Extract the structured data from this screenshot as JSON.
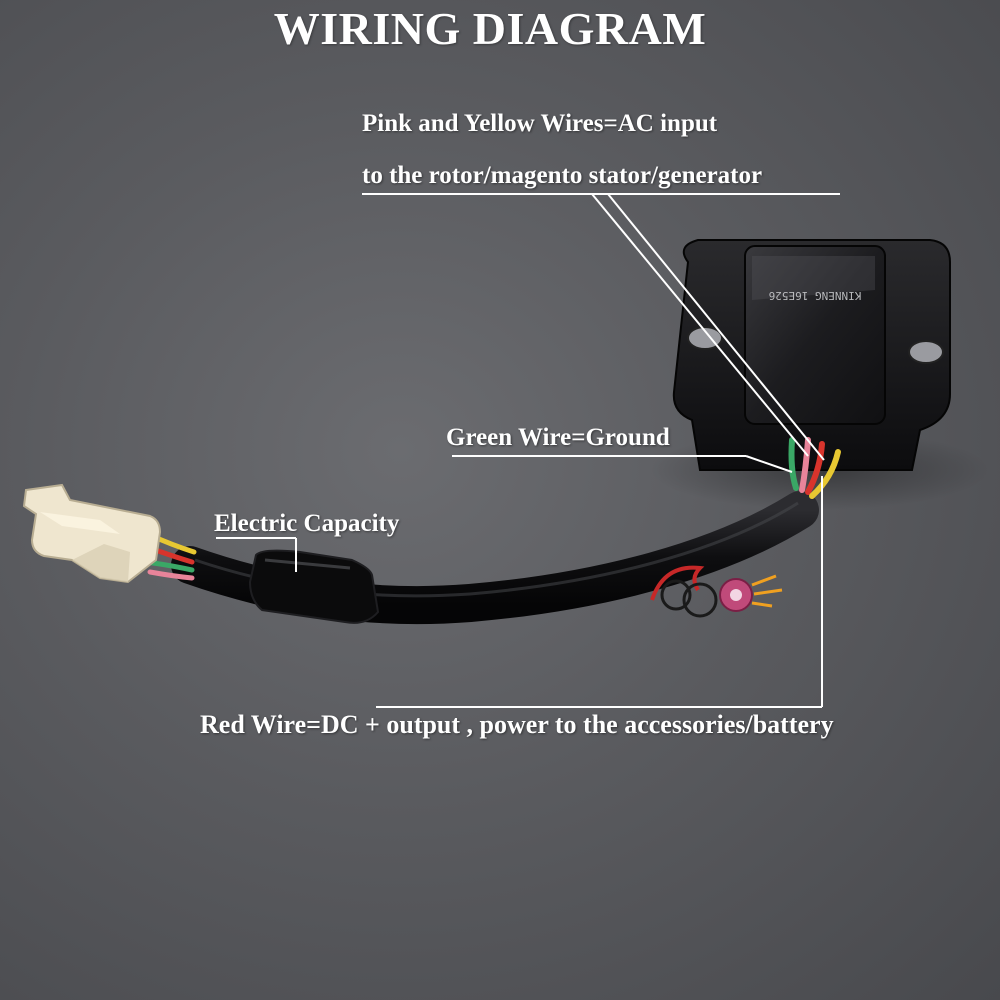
{
  "title": "WIRING DIAGRAM",
  "labels": {
    "ac_input_line1": "Pink and Yellow Wires=AC input",
    "ac_input_line2": "to the rotor/magento stator/generator",
    "ground": "Green Wire=Ground",
    "capacitor": "Electric Capacity",
    "dc_output": "Red Wire=DC + output , power to the accessories/battery"
  },
  "device_marking": "KINNENG 16E526",
  "colors": {
    "background": "#5a5b5f",
    "text": "#ffffff",
    "wire_pink": "#e8849a",
    "wire_yellow": "#e8c832",
    "wire_green": "#3aa866",
    "wire_red": "#d8342c",
    "connector": "#efe6cf",
    "body": "#151517"
  }
}
